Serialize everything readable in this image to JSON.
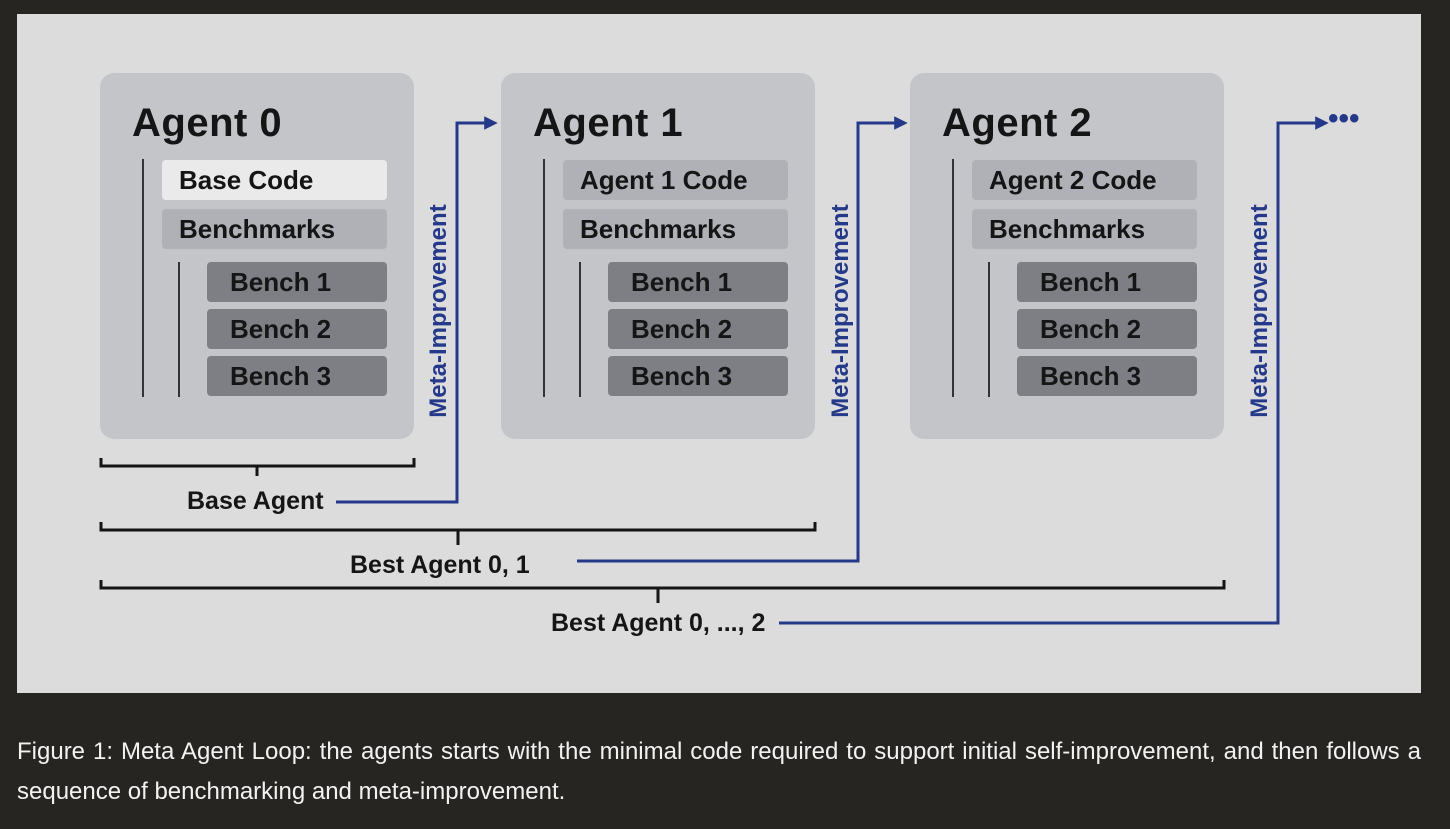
{
  "agents": [
    {
      "title": "Agent 0",
      "code_label": "Base Code",
      "benchmarks_label": "Benchmarks",
      "benches": [
        "Bench 1",
        "Bench 2",
        "Bench 3"
      ]
    },
    {
      "title": "Agent 1",
      "code_label": "Agent 1 Code",
      "benchmarks_label": "Benchmarks",
      "benches": [
        "Bench 1",
        "Bench 2",
        "Bench 3"
      ]
    },
    {
      "title": "Agent 2",
      "code_label": "Agent 2 Code",
      "benchmarks_label": "Benchmarks",
      "benches": [
        "Bench 1",
        "Bench 2",
        "Bench 3"
      ]
    }
  ],
  "meta_improvement_label": "Meta-Improvement",
  "brackets": [
    "Base Agent",
    "Best Agent 0, 1",
    "Best Agent 0, ..., 2"
  ],
  "continuation": "•••",
  "caption": "Figure 1: Meta Agent Loop: the agents starts with the minimal code required to support initial self-improvement, and then follows a sequence of benchmarking and meta-improvement.",
  "colors": {
    "arrow": "#25398a",
    "background": "#dcdcdc",
    "agent_box": "#c3c5c9",
    "bench": "#7d7f85"
  }
}
